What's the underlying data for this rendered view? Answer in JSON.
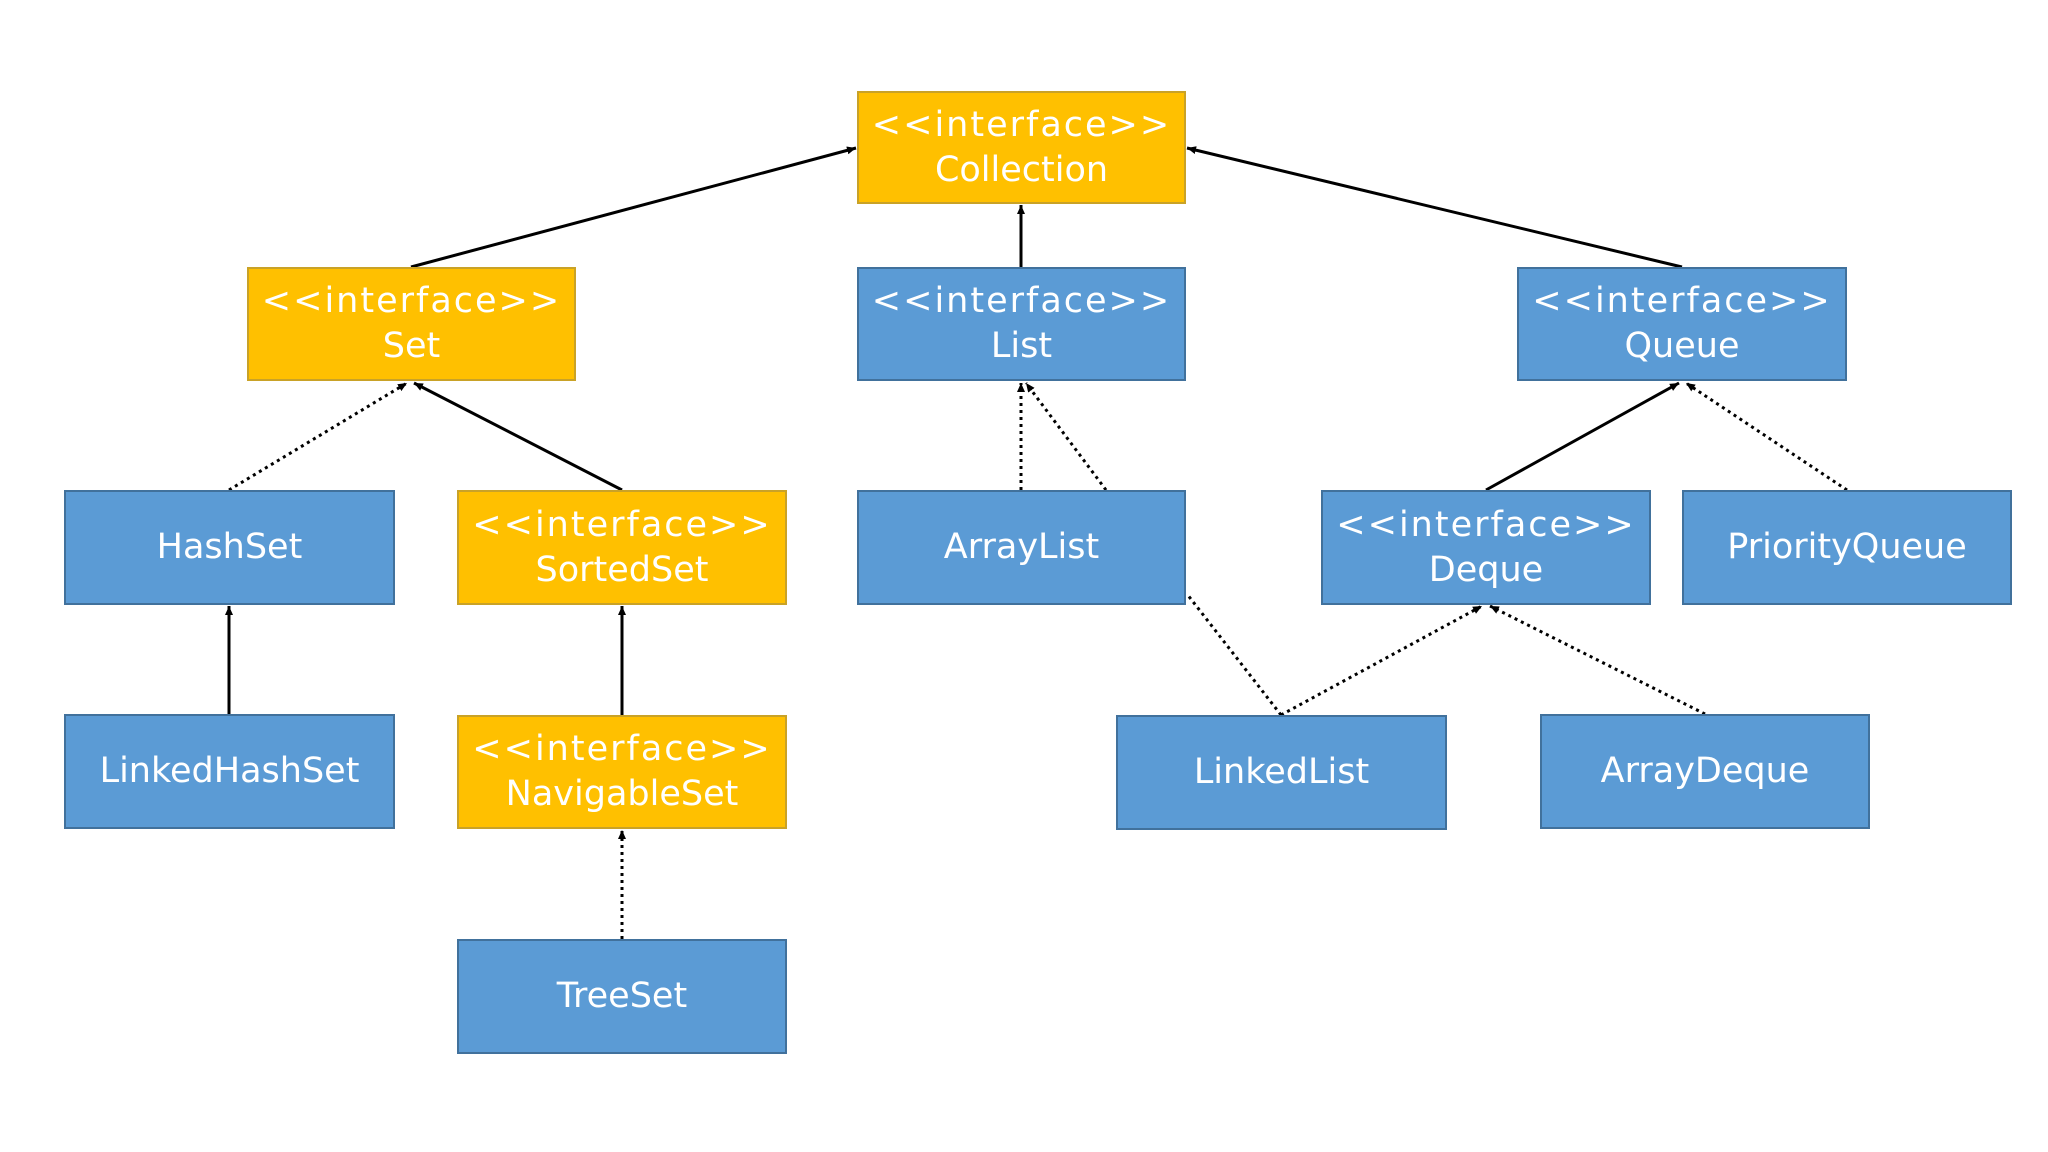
{
  "diagram": {
    "nodes": [
      {
        "id": "collection",
        "stereotype": "<<interface>>",
        "label": "Collection",
        "kind": "interface"
      },
      {
        "id": "set",
        "stereotype": "<<interface>>",
        "label": "Set",
        "kind": "interface"
      },
      {
        "id": "list",
        "stereotype": "<<interface>>",
        "label": "List",
        "kind": "list-interface"
      },
      {
        "id": "queue",
        "stereotype": "<<interface>>",
        "label": "Queue",
        "kind": "list-interface"
      },
      {
        "id": "hashset",
        "stereotype": "",
        "label": "HashSet",
        "kind": "class"
      },
      {
        "id": "sortedset",
        "stereotype": "<<interface>>",
        "label": "SortedSet",
        "kind": "interface"
      },
      {
        "id": "arraylist",
        "stereotype": "",
        "label": "ArrayList",
        "kind": "class"
      },
      {
        "id": "deque",
        "stereotype": "<<interface>>",
        "label": "Deque",
        "kind": "list-interface"
      },
      {
        "id": "priorityqueue",
        "stereotype": "",
        "label": "PriorityQueue",
        "kind": "class"
      },
      {
        "id": "linkedhashset",
        "stereotype": "",
        "label": "LinkedHashSet",
        "kind": "class"
      },
      {
        "id": "navigableset",
        "stereotype": "<<interface>>",
        "label": "NavigableSet",
        "kind": "interface"
      },
      {
        "id": "linkedlist",
        "stereotype": "",
        "label": "LinkedList",
        "kind": "class"
      },
      {
        "id": "arraydeque",
        "stereotype": "",
        "label": "ArrayDeque",
        "kind": "class"
      },
      {
        "id": "treeset",
        "stereotype": "",
        "label": "TreeSet",
        "kind": "class"
      }
    ],
    "edges": [
      {
        "from": "set",
        "to": "collection",
        "style": "solid"
      },
      {
        "from": "list",
        "to": "collection",
        "style": "solid"
      },
      {
        "from": "queue",
        "to": "collection",
        "style": "solid"
      },
      {
        "from": "hashset",
        "to": "set",
        "style": "dotted"
      },
      {
        "from": "sortedset",
        "to": "set",
        "style": "solid"
      },
      {
        "from": "linkedhashset",
        "to": "hashset",
        "style": "solid"
      },
      {
        "from": "navigableset",
        "to": "sortedset",
        "style": "solid"
      },
      {
        "from": "treeset",
        "to": "navigableset",
        "style": "dotted"
      },
      {
        "from": "arraylist",
        "to": "list",
        "style": "dotted"
      },
      {
        "from": "linkedlist",
        "to": "list",
        "style": "dotted"
      },
      {
        "from": "deque",
        "to": "queue",
        "style": "solid"
      },
      {
        "from": "priorityqueue",
        "to": "queue",
        "style": "dotted"
      },
      {
        "from": "linkedlist",
        "to": "deque",
        "style": "dotted"
      },
      {
        "from": "arraydeque",
        "to": "deque",
        "style": "dotted"
      }
    ],
    "colors": {
      "interface_fill": "#ffc000",
      "interface_border": "#c9a227",
      "class_fill": "#5b9bd5",
      "class_border": "#41719c",
      "text": "#ffffff",
      "edge": "#000000"
    }
  }
}
